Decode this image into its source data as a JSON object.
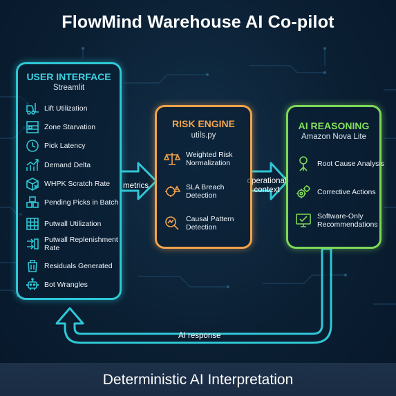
{
  "title": "FlowMind Warehouse AI Co-pilot",
  "footer": "Deterministic AI Interpretation",
  "colors": {
    "ui": "#2fc7d6",
    "risk": "#f2a24a",
    "ai": "#7ed957",
    "flow": "#2fc7d6"
  },
  "ui_panel": {
    "title": "USER INTERFACE",
    "subtitle": "Streamlit",
    "items": [
      {
        "label": "Lift Utilization",
        "icon": "forklift-icon"
      },
      {
        "label": "Zone Starvation",
        "icon": "shelves-icon"
      },
      {
        "label": "Pick Latency",
        "icon": "clock-icon"
      },
      {
        "label": "Demand Delta",
        "icon": "trend-chart-icon"
      },
      {
        "label": "WHPK Scratch Rate",
        "icon": "box-scratch-icon"
      },
      {
        "label": "Pending Picks in Batch",
        "icon": "stacked-boxes-icon"
      },
      {
        "label": "Putwall Utilization",
        "icon": "grid-icon"
      },
      {
        "label": "Putwall Replenishment Rate",
        "icon": "replenish-arrows-icon"
      },
      {
        "label": "Residuals Generated",
        "icon": "trash-bin-icon"
      },
      {
        "label": "Bot Wrangles",
        "icon": "robot-icon"
      }
    ]
  },
  "risk_panel": {
    "title": "RISK ENGINE",
    "subtitle": "utils.py",
    "items": [
      {
        "label": "Weighted Risk Normalization",
        "icon": "balance-scale-icon"
      },
      {
        "label": "SLA Breach Detection",
        "icon": "warning-gear-icon"
      },
      {
        "label": "Causal Pattern Detection",
        "icon": "magnifier-chart-icon"
      }
    ]
  },
  "ai_panel": {
    "title": "AI REASONING",
    "subtitle": "Amazon Nova Lite",
    "items": [
      {
        "label": "Root Cause Analysis",
        "icon": "tree-roots-icon"
      },
      {
        "label": "Corrective Actions",
        "icon": "gears-icon"
      },
      {
        "label": "Software-Only Recommendations",
        "icon": "monitor-check-icon"
      }
    ]
  },
  "flows": {
    "metrics": "metrics",
    "operational": "operational context",
    "response": "AI response"
  }
}
